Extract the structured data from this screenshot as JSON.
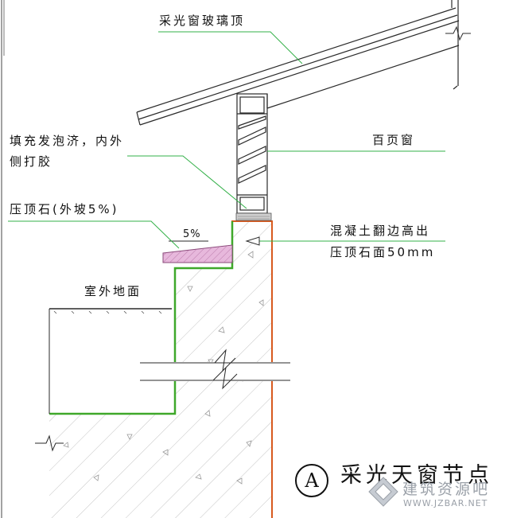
{
  "labels": {
    "glass_roof": "采光窗玻璃顶",
    "louver": "百页窗",
    "foam_line1": "填充发泡济，内外",
    "foam_line2": "侧打胶",
    "coping_stone": "压顶石(外坡5%)",
    "slope": "5%",
    "concrete_line1": "混凝土翻边高出",
    "concrete_line2": "压顶石面50mm",
    "outdoor_ground": "室外地面"
  },
  "title": {
    "mark": "A",
    "text": "采光天窗节点"
  },
  "watermark": {
    "name": "建筑资源吧",
    "url": "WWW.JZBAR.NET"
  },
  "colors": {
    "line": "#2a2a2a",
    "leader": "#33b048",
    "concrete_outline": "#d85a1e",
    "green_outline": "#3fa82a",
    "coping_fill": "#e7b8dc",
    "hatch": "#bbbbbb"
  }
}
